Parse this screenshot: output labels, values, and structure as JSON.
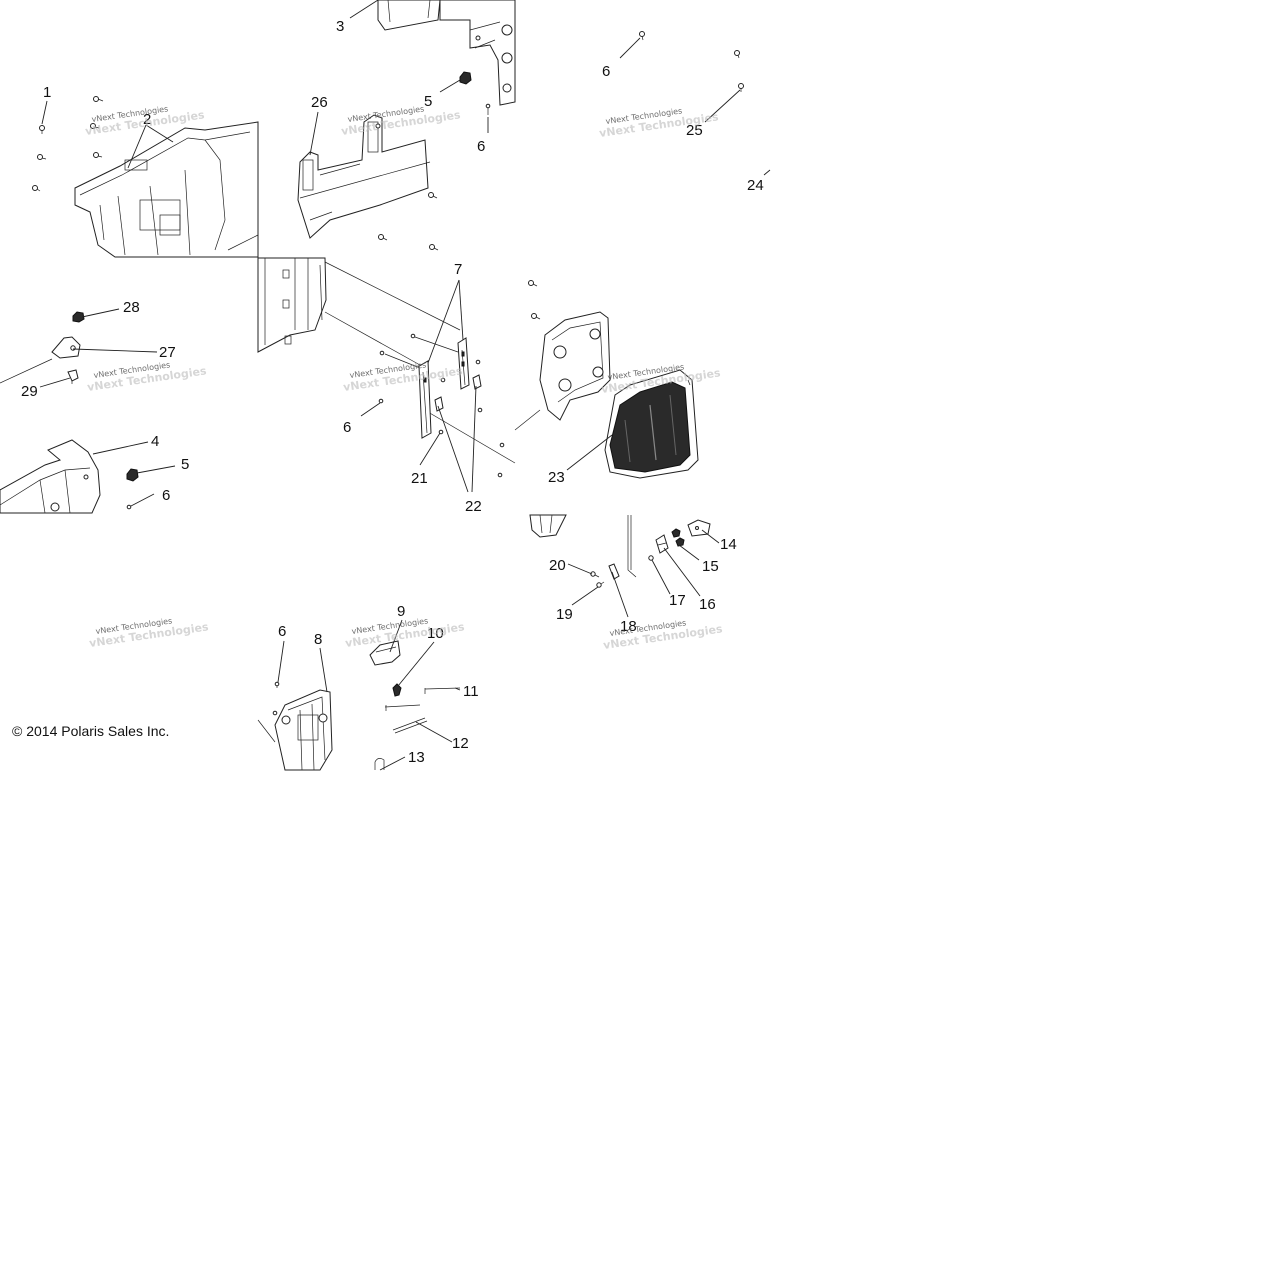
{
  "watermark": "vNext Technologies",
  "copyright": "© 2014 Polaris Sales Inc.",
  "callouts": [
    "1",
    "2",
    "3",
    "4",
    "5",
    "5",
    "6",
    "6",
    "6",
    "6",
    "6",
    "6",
    "7",
    "8",
    "9",
    "10",
    "11",
    "12",
    "13",
    "14",
    "15",
    "16",
    "17",
    "18",
    "19",
    "20",
    "21",
    "22",
    "23",
    "24",
    "25",
    "26",
    "27",
    "28",
    "29"
  ]
}
